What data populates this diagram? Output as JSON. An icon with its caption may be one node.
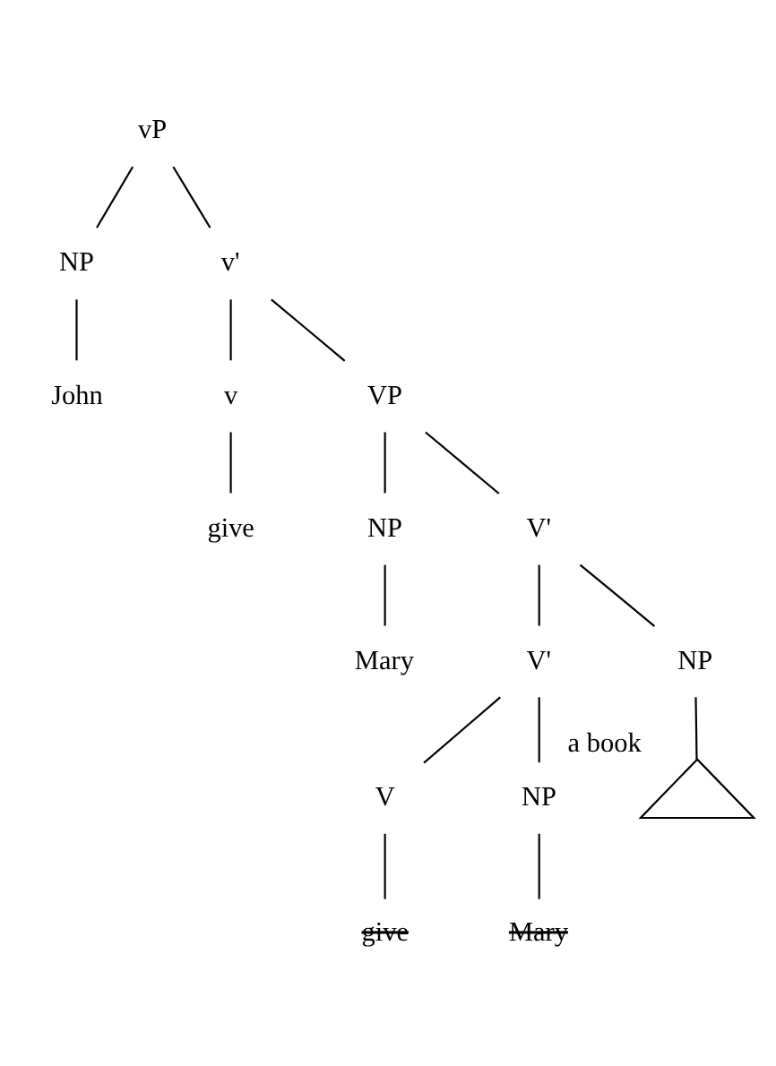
{
  "diagram": {
    "nodes": [
      {
        "text": [
          "vP"
        ]
      },
      {
        "text": [
          "NP"
        ]
      },
      {
        "text": [
          "v'"
        ]
      },
      {
        "text": [
          "John"
        ]
      },
      {
        "text": [
          "v"
        ]
      },
      {
        "text": [
          "VP"
        ]
      },
      {
        "text": [
          "give"
        ]
      },
      {
        "text": [
          "NP"
        ]
      },
      {
        "text": [
          "V'"
        ]
      },
      {
        "text": [
          "Mary"
        ]
      },
      {
        "text": [
          "V'"
        ]
      },
      {
        "text": [
          "NP"
        ]
      },
      {
        "text": [],
        "shape": "triangle",
        "beside": [
          "a book"
        ]
      },
      {
        "text": [
          "V"
        ]
      },
      {
        "text": [
          "NP"
        ]
      },
      {
        "text": [
          "give"
        ]
      },
      {
        "text": [
          "Mary"
        ]
      }
    ],
    "edges": [
      {
        "from": 0,
        "to": 1,
        "arrow": "none"
      },
      {
        "from": 0,
        "to": 2,
        "arrow": "none"
      },
      {
        "from": 1,
        "to": 3,
        "arrow": "none"
      },
      {
        "from": 2,
        "to": 4,
        "arrow": "none"
      },
      {
        "from": 2,
        "to": 5,
        "arrow": "none"
      },
      {
        "from": 4,
        "to": 6,
        "arrow": "none"
      },
      {
        "from": 5,
        "to": 7,
        "arrow": "none"
      },
      {
        "from": 5,
        "to": 8,
        "arrow": "none"
      },
      {
        "from": 7,
        "to": 9,
        "arrow": "none"
      },
      {
        "from": 8,
        "to": 10,
        "arrow": "none"
      },
      {
        "from": 8,
        "to": 11,
        "arrow": "none"
      },
      {
        "from": 11,
        "to": 12,
        "arrow": "none"
      },
      {
        "from": 10,
        "to": 13,
        "arrow": "none"
      },
      {
        "from": 10,
        "to": 14,
        "arrow": "none"
      },
      {
        "from": 13,
        "to": 15,
        "arrow": "none"
      },
      {
        "from": 14,
        "to": 16,
        "arrow": "none"
      }
    ]
  }
}
